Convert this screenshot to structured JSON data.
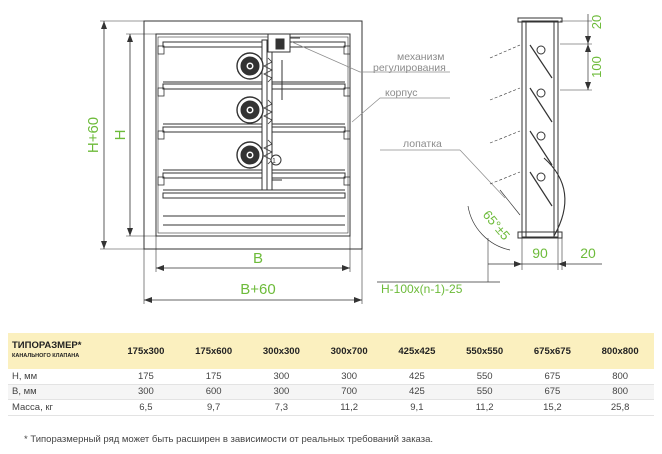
{
  "labels": {
    "mechanism_line1": "механизм",
    "mechanism_line2": "регулирования",
    "body": "корпус",
    "blade": "лопатка",
    "callout_number": "1"
  },
  "dimensions": {
    "h_plus": "H+60",
    "h": "H",
    "b": "B",
    "b_plus": "B+60",
    "top_20": "20",
    "pitch_100": "100",
    "angle": "65°±5",
    "depth_90": "90",
    "flange_20": "20",
    "formula": "H-100x(n-1)-25"
  },
  "table": {
    "header_title": "ТИПОРАЗМЕР*",
    "header_subtitle": "КАНАЛЬНОГО КЛАПАНА",
    "sizes": [
      "175x300",
      "175x600",
      "300x300",
      "300x700",
      "425x425",
      "550x550",
      "675x675",
      "800x800"
    ],
    "rows": [
      {
        "label": "Н, мм",
        "values": [
          "175",
          "175",
          "300",
          "300",
          "425",
          "550",
          "675",
          "800"
        ]
      },
      {
        "label": "В, мм",
        "values": [
          "300",
          "600",
          "300",
          "700",
          "425",
          "550",
          "675",
          "800"
        ]
      },
      {
        "label": "Масса, кг",
        "values": [
          "6,5",
          "9,7",
          "7,3",
          "11,2",
          "9,1",
          "11,2",
          "15,2",
          "25,8"
        ]
      }
    ]
  },
  "footnote": "* Типоразмерный ряд может быть расширен в зависимости от реальных требований заказа.",
  "colors": {
    "dimension_text": "#6dbb3a",
    "header_bg": "#fbf0bf",
    "line": "#333333",
    "leader": "#8c8c8c"
  }
}
